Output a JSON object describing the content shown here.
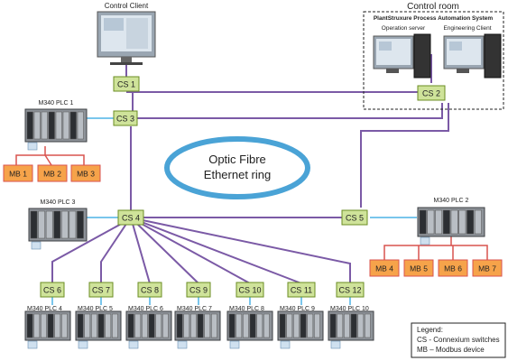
{
  "control_client": {
    "label": "Control Client"
  },
  "control_room": {
    "title": "Control room",
    "system": "PlantStruxure Process Automation System",
    "operation_server": "Operation server",
    "engineering_client": "Engineering Client"
  },
  "ring": {
    "line1": "Optic Fibre",
    "line2": "Ethernet ring"
  },
  "switches": {
    "cs1": "CS 1",
    "cs2": "CS 2",
    "cs3": "CS 3",
    "cs4": "CS 4",
    "cs5": "CS 5",
    "cs6": "CS 6",
    "cs7": "CS 7",
    "cs8": "CS 8",
    "cs9": "CS 9",
    "cs10": "CS 10",
    "cs11": "CS 11",
    "cs12": "CS 12"
  },
  "plcs": {
    "plc1": "M340 PLC 1",
    "plc2": "M340 PLC 2",
    "plc3": "M340 PLC 3",
    "plc4": "M340 PLC 4",
    "plc5": "M340 PLC 5",
    "plc6": "M340 PLC 6",
    "plc7": "M340 PLC 7",
    "plc8": "M340 PLC 8",
    "plc9": "M340 PLC 9",
    "plc10": "M340 PLC 10"
  },
  "modbus": {
    "mb1": "MB 1",
    "mb2": "MB 2",
    "mb3": "MB 3",
    "mb4": "MB 4",
    "mb5": "MB 5",
    "mb6": "MB 6",
    "mb7": "MB 7"
  },
  "legend": {
    "title": "Legend:",
    "line1": "CS - Connexium switches",
    "line2": "MB – Modbus device"
  },
  "colors": {
    "ethernet": "#7b5aa6",
    "copper": "#4db3e6",
    "modbus": "#d9534f",
    "switch_fill": "#cfe39a",
    "switch_stroke": "#6b8e23",
    "mb_fill": "#f6a34a",
    "mb_stroke": "#d9534f",
    "ring": "#4aa3d6"
  }
}
